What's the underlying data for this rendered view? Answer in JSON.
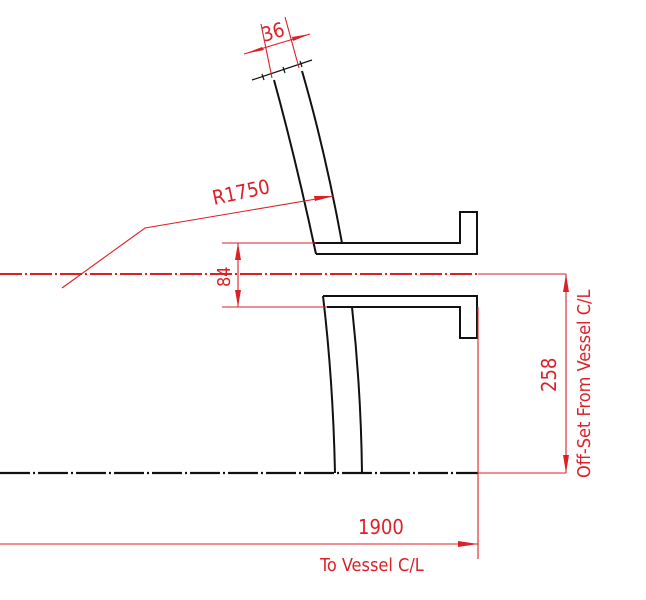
{
  "drawing": {
    "type": "technical-cad-section",
    "colors": {
      "geometry": "#111111",
      "dimension": "#dd1f26",
      "background": "#ffffff"
    },
    "dimensions": {
      "thickness": "36",
      "radius": "R1750",
      "gap": "84",
      "offset_value": "258",
      "offset_label": "Off-Set From Vessel C/L",
      "horizontal_value": "1900",
      "horizontal_label": "To Vessel C/L"
    }
  }
}
